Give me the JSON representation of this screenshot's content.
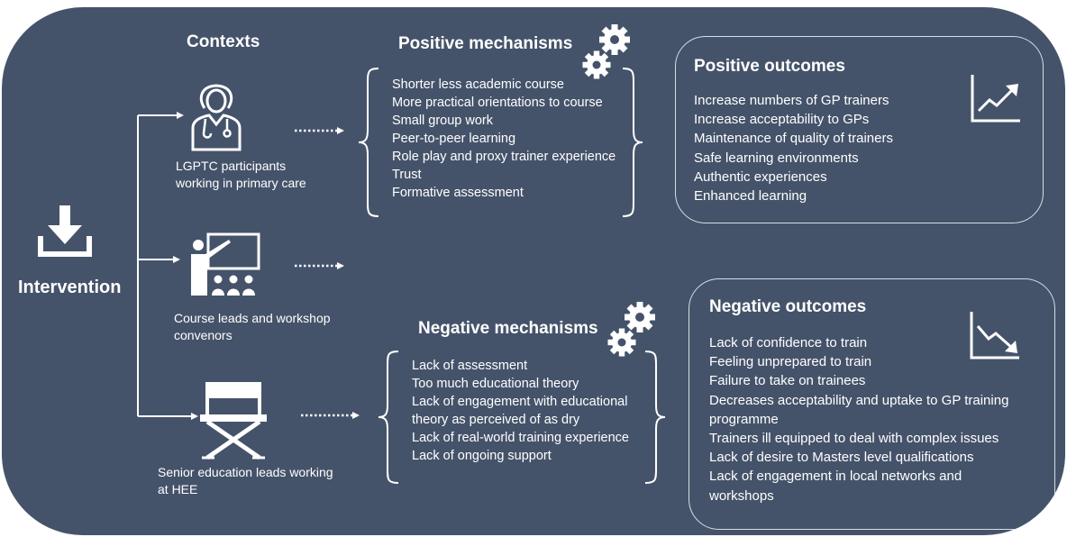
{
  "intervention": {
    "label": "Intervention",
    "icon": "download-icon"
  },
  "contexts": {
    "heading": "Contexts",
    "items": [
      {
        "caption": "LGPTC participants\nworking in primary care",
        "icon": "doctor-icon"
      },
      {
        "caption": "Course leads and workshop\nconvenors",
        "icon": "teacher-icon"
      },
      {
        "caption": "Senior education leads working\nat HEE",
        "icon": "directors-chair-icon"
      }
    ]
  },
  "positive_mechanisms": {
    "heading": "Positive mechanisms",
    "icon": "gears-icon",
    "items": [
      "Shorter less academic course",
      "More practical orientations to course",
      "Small group work",
      "Peer-to-peer learning",
      "Role play and proxy trainer experience",
      "Trust",
      "Formative assessment"
    ]
  },
  "negative_mechanisms": {
    "heading": "Negative mechanisms",
    "icon": "gears-icon",
    "items": [
      "Lack of assessment",
      "Too much educational theory",
      "Lack of engagement with educational",
      "theory as perceived of as dry",
      "Lack of real-world training experience",
      "Lack of ongoing support"
    ]
  },
  "positive_outcomes": {
    "heading": "Positive outcomes",
    "icon": "trend-up-chart-icon",
    "items": [
      "Increase numbers of GP trainers",
      "Increase acceptability to GPs",
      "Maintenance of quality of trainers",
      "Safe learning environments",
      "Authentic experiences",
      "Enhanced learning"
    ]
  },
  "negative_outcomes": {
    "heading": "Negative outcomes",
    "icon": "trend-down-chart-icon",
    "items": [
      "Lack of confidence to train",
      "Feeling unprepared to train",
      "Failure to take on trainees",
      "Decreases acceptability and uptake to GP training",
      "programme",
      "Trainers ill equipped to deal with complex issues",
      "Lack of desire to Masters level qualifications",
      "Lack of engagement in local networks and",
      "workshops"
    ]
  },
  "colors": {
    "background": "#45536a",
    "foreground": "#ffffff",
    "box_border": "#d7dde6"
  }
}
